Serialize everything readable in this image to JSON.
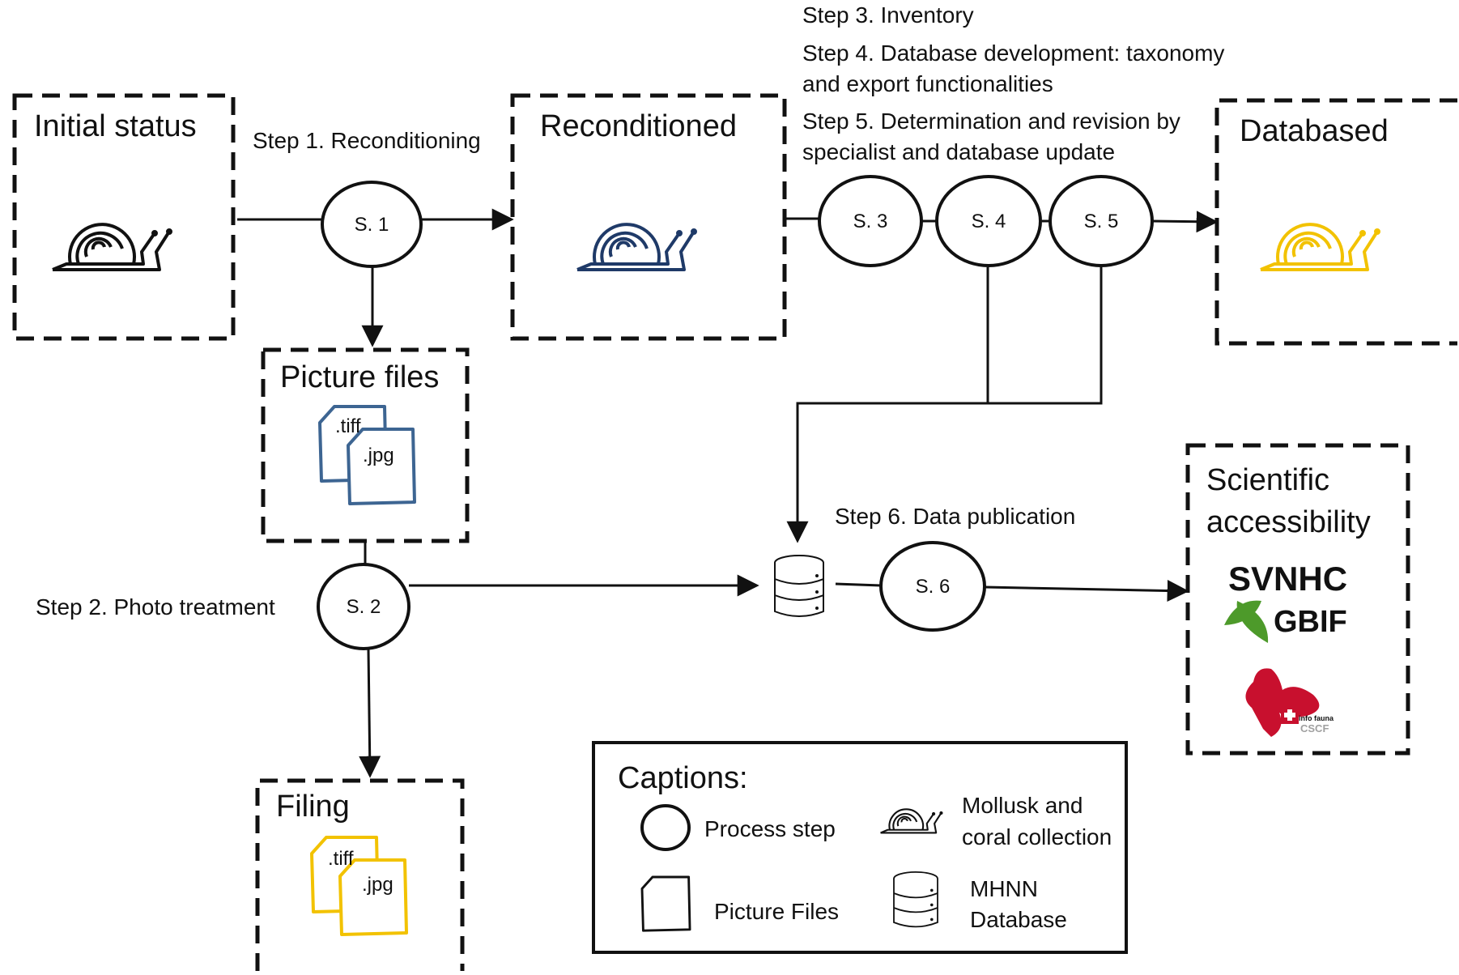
{
  "boxes": {
    "initial": "Initial status",
    "reconditioned": "Reconditioned",
    "databased": "Databased",
    "pictures": "Picture files",
    "filing": "Filing",
    "access_line1": "Scientific",
    "access_line2": "accessibility"
  },
  "steps": {
    "s1": "Step 1. Reconditioning",
    "s2": "Step 2. Photo treatment",
    "s3": "Step 3. Inventory",
    "s4_line1": "Step 4. Database development: taxonomy",
    "s4_line2": "and export functionalities",
    "s5_line1": "Step 5. Determination and revision by",
    "s5_line2": "specialist and  database update",
    "s6": "Step 6. Data publication"
  },
  "nodes": {
    "n1": "S. 1",
    "n2": "S. 2",
    "n3": "S. 3",
    "n4": "S. 4",
    "n5": "S. 5",
    "n6": "S. 6"
  },
  "files": {
    "tiff": ".tiff",
    "jpg": ".jpg"
  },
  "logos": {
    "svnhc": "SVNHC",
    "gbif": "GBIF",
    "infofauna": "info fauna",
    "cscf": "CSCF"
  },
  "legend": {
    "title": "Captions:",
    "process": "Process step",
    "mollusk_line1": "Mollusk and",
    "mollusk_line2": "coral collection",
    "picture": "Picture Files",
    "db_line1": "MHNN",
    "db_line2": "Database"
  },
  "colors": {
    "snail_initial": "#111111",
    "snail_reconditioned": "#1f3a68",
    "snail_databased": "#f2c200",
    "files_blue": "#3d6592",
    "files_yellow": "#f2c200",
    "gbif_green": "#4d9a2a",
    "infofauna_red": "#c8102e"
  }
}
